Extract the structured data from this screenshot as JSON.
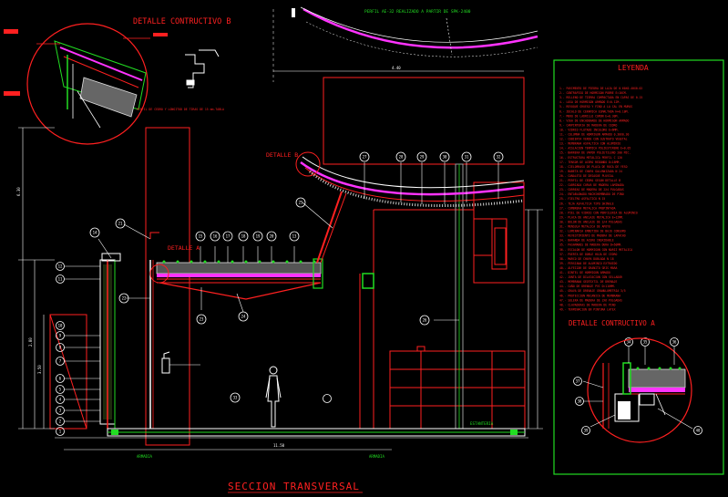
{
  "colors": {
    "background": "#000000",
    "red": "#ff2020",
    "green": "#22dd22",
    "white": "#ffffff",
    "magenta": "#ff33ff",
    "gray": "#9a9a9a",
    "yellow": "#e8e800"
  },
  "title": "SECCION  TRANSVERSAL",
  "top_label": "PERFIL AE-32 REALIZADO A PARTIR DE SPK-2400",
  "detail_b": {
    "title": "DETALLE CONTRUCTIVO B",
    "caption": "PERFIL DE CEDRO Y LONGITUD DE TIRAS DE 15 mm.TABLA"
  },
  "detail_a": {
    "title": "DETALLE CONTRUCTIVO A"
  },
  "callouts": {
    "detalle_a": "DETALLE A",
    "detalle_b": "DETALLE B",
    "estanteria": "ESTANTERIA",
    "ground_left": "ARMADIA",
    "ground_right": "ARMADIA"
  },
  "legend": {
    "title": "LEYENDA",
    "items": [
      "1.- PAVIMENTO DE PIEDRA DE LAJA DE 0.60X0.40X0.02",
      "2.- CONTRAPISO DE HORMIGON POBRE E=10CM.",
      "3.- RELLENO DE TIERRA COMPACTADA EN CAPAS DE 0.15",
      "4.- LOSA DE HORMIGON ARMADO E=0.12M.",
      "5.- REVOQUE GRUESO Y FINO A LA CAL EN MUROS",
      "6.- ZOCALO DE CERAMICA ESMALTADA H=0.10M.",
      "7.- MURO DE LADRILLO COMUN E=0.30M.",
      "8.- VIGA DE ENCADENADO DE HORMIGON ARMADO",
      "9.- CARPINTERIA DE MADERA DE CEDRO",
      "10.- VIDRIO FLOTADO INCOLORO E=6MM.",
      "11.- COLUMNA DE HORMIGON ARMADO 0.30X0.30",
      "12.- CUBIERTA VERDE CON SUSTRATO VEGETAL",
      "13.- MEMBRANA ASFALTICA CON ALUMINIO",
      "14.- AISLACION TERMICA POLIESTIRENO E=0.05",
      "15.- BARRERA DE VAPOR POLIETILENO 200 MIC.",
      "16.- ESTRUCTURA METALICA PERFIL C 120",
      "17.- TENSOR DE ACERO REDONDO D=16MM.",
      "18.- CIELORRASO DE PLACA DE ROCA DE YESO",
      "19.- BABETA DE CHAPA GALVANIZADA N 24",
      "20.- CANALETA DE DESAGUE PLUVIAL",
      "21.- PERFIL DE CEDRO SEGUN DETALLE B",
      "22.- CABRIADA CURVA DE MADERA LAMINADA",
      "23.- CORREAS DE MADERA DE 2X4 PULGADAS",
      "24.- ENTABLONADO MACHIHEMBRADO DE PINO",
      "25.- FIELTRO ASFALTICO N 15",
      "26.- TEJA ASFALTICA TIPO SHINGLE",
      "27.- CUMBRERA METALICA PREPINTADA",
      "28.- PIEL DE VIDRIO CON PERFILERIA DE ALUMINIO",
      "29.- PLACA DE ANCLAJE METALICA E=12MM.",
      "30.- BULON DE ANCLAJE DE 3/4 PULGADAS",
      "31.- MENSULA METALICA DE APOYO",
      "32.- LUMINARIA EMBUTIDA DE BAJO CONSUMO",
      "33.- REVESTIMIENTO DE MADERA DE LAPACHO",
      "34.- BARANDA DE ACERO INOXIDABLE",
      "35.- PASAMANOS DE MADERA DURA D=50MM.",
      "36.- ESCALON DE HORMIGON CON NARIZ METALICA",
      "37.- PUERTA DE DOBLE HOJA DE CEDRO",
      "38.- MARCO DE CHAPA DOBLADA N 18",
      "39.- PERSIANA DE ALUMINIO EXTRUIDO",
      "40.- ALFEIZAR DE GRANITO GRIS MARA",
      "41.- DINTEL DE HORMIGON ARMADO",
      "42.- JUNTA DE DILATACION CON SELLADOR",
      "43.- MEMBRANA GEOTEXTIL DE DRENAJE",
      "44.- CAÑO DE DRENAJE PVC D=110MM.",
      "45.- GRAVA DE DRENAJE GRANULOMETRIA 3/5",
      "46.- PROTECCION MECANICA DE MEMBRANA",
      "47.- SOLERA DE MADERA DE 2X6 PULGADAS",
      "48.- CLAVADERAS DE MADERA DE PINO",
      "49.- TERMINACION EN PINTURA LATEX"
    ]
  },
  "numbers": {
    "top_row": [
      "15",
      "16",
      "17",
      "18",
      "19",
      "20"
    ],
    "roof_row": [
      "27",
      "28",
      "29",
      "30",
      "31",
      "32"
    ],
    "left_col": [
      "12",
      "11",
      "10",
      "9",
      "8",
      "7",
      "6",
      "5",
      "4",
      "3",
      "2",
      "1"
    ],
    "misc": [
      "13",
      "14",
      "21",
      "22",
      "23",
      "24",
      "25",
      "26",
      "33"
    ],
    "detail_a": [
      "34",
      "35",
      "36",
      "37",
      "38",
      "39",
      "40"
    ]
  },
  "dimensions": {
    "left_total": "6.30",
    "left_mid": "2.80",
    "left_low": "3.50",
    "top_span": "4.40",
    "bottom_span": "11.50"
  }
}
